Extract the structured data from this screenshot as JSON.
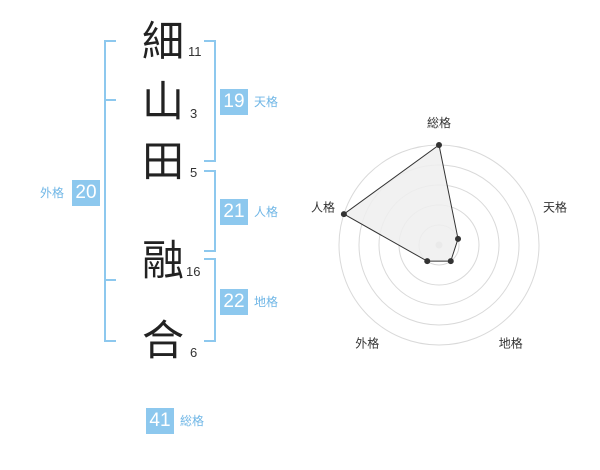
{
  "name": {
    "chars": [
      {
        "char": "細",
        "strokes": "11"
      },
      {
        "char": "山",
        "strokes": "3"
      },
      {
        "char": "田",
        "strokes": "5"
      },
      {
        "char": "融",
        "strokes": "16"
      },
      {
        "char": "合",
        "strokes": "6"
      }
    ]
  },
  "kakusuu": {
    "tenkaku": {
      "value": "19",
      "label": "天格"
    },
    "jinkaku": {
      "value": "21",
      "label": "人格"
    },
    "chikaku": {
      "value": "22",
      "label": "地格"
    },
    "gaikaku": {
      "value": "20",
      "label": "外格"
    },
    "soukaku": {
      "value": "41",
      "label": "総格"
    }
  },
  "chart_data": {
    "type": "radar",
    "axes": [
      "総格",
      "天格",
      "地格",
      "外格",
      "人格"
    ],
    "levels": 5,
    "values": [
      5,
      1,
      1,
      1,
      5
    ]
  },
  "colors": {
    "accent": "#8dc8ee",
    "grid": "#d9d9d9",
    "fill": "#eeeeee",
    "line": "#333333"
  }
}
